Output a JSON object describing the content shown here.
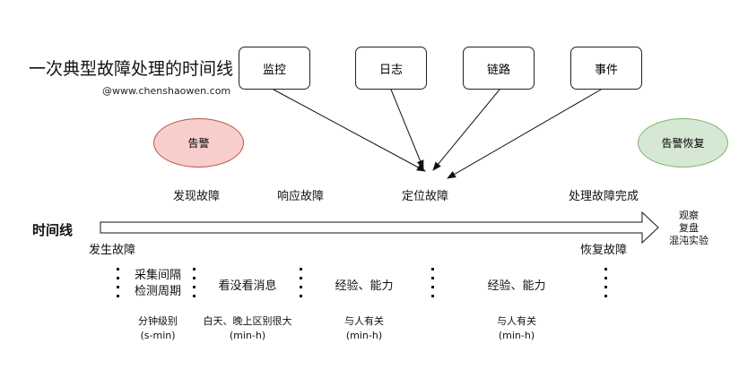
{
  "title": "一次典型故障处理的时间线",
  "watermark": "@www.chenshaowen.com",
  "sources": [
    "监控",
    "日志",
    "链路",
    "事件"
  ],
  "alert_label": "告警",
  "recover_label": "告警恢复",
  "phases_top": [
    "发现故障",
    "响应故障",
    "定位故障",
    "处理故障完成"
  ],
  "timeline_label": "时间线",
  "start_label": "发生故障",
  "end_label": "恢复故障",
  "end_notes": [
    "观察",
    "复盘",
    "混沌实验"
  ],
  "segments": [
    {
      "lines": [
        "采集间隔",
        "检测周期"
      ],
      "notes": [
        "分钟级别",
        "(s-min)"
      ]
    },
    {
      "lines": [
        "看没看消息"
      ],
      "notes": [
        "白天、晚上区别很大",
        "(min-h)"
      ]
    },
    {
      "lines": [
        "经验、能力"
      ],
      "notes": [
        "与人有关",
        "(min-h)"
      ]
    },
    {
      "lines": [
        "经验、能力"
      ],
      "notes": [
        "与人有关",
        "(min-h)"
      ]
    }
  ]
}
